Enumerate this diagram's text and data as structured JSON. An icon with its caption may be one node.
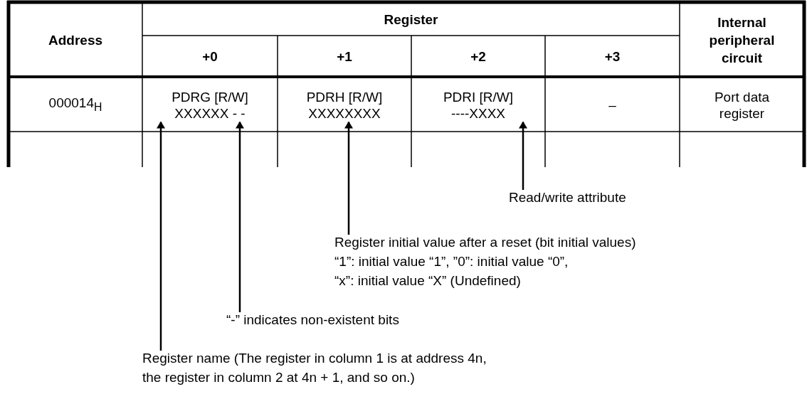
{
  "diagram": {
    "nodes": [
      {
        "text": [
          "Read/write attribute"
        ]
      },
      {
        "text": [
          "Register initial value after a reset (bit initial values)",
          "“1”: initial value “1”, ”0”: initial value “0”,",
          "“x”: initial value “X” (Undefined)"
        ]
      },
      {
        "text": [
          "“-” indicates non-existent bits"
        ]
      },
      {
        "text": [
          "Register name (The register in column 1 is at address 4n, the register in column 2 at 4n + 1, and so on.)"
        ]
      },
      {
        "text": [
          "PDRG [R/W] XXXXXX - -"
        ]
      },
      {
        "text": [
          "PDRH [R/W] XXXXXXXX"
        ]
      },
      {
        "text": [
          "PDRI [R/W] ----XXXX"
        ]
      }
    ],
    "edges": [
      {
        "from": 0,
        "to": 6,
        "arrow": "to"
      },
      {
        "from": 1,
        "to": 5,
        "arrow": "to"
      },
      {
        "from": 2,
        "to": 4,
        "arrow": "to"
      },
      {
        "from": 3,
        "to": 4,
        "arrow": "to"
      }
    ],
    "labels": [
      "Address",
      "Register",
      "Internal peripheral circuit",
      "+0",
      "+1",
      "+2",
      "+3",
      "000014$_{H}$",
      "–",
      "Port data register"
    ]
  }
}
